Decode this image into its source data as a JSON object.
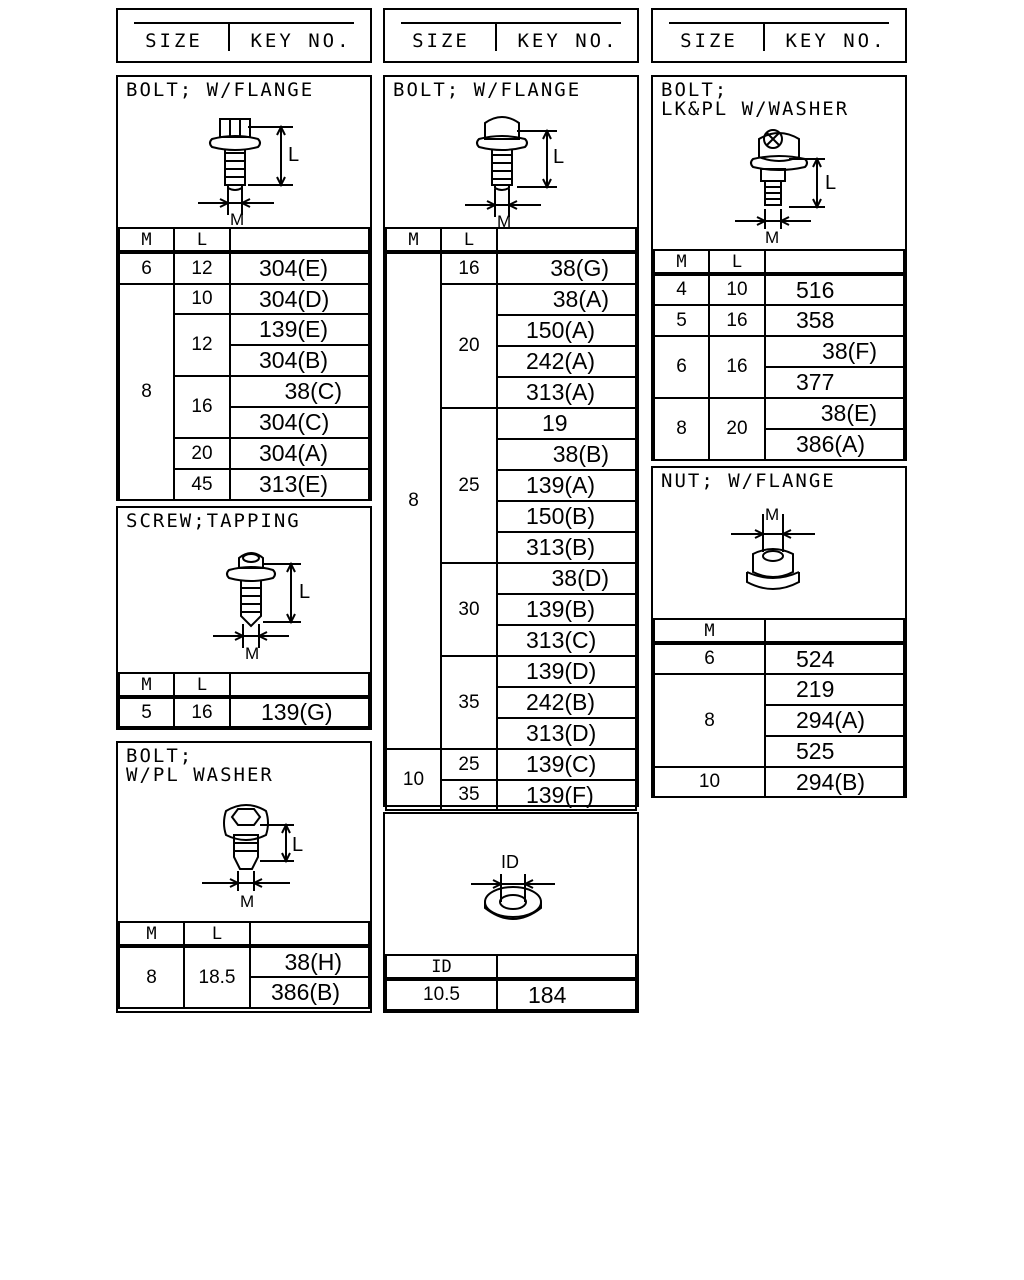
{
  "header": {
    "size_label": "SIZE",
    "key_label": "KEY NO."
  },
  "col_headers": {
    "m": "M",
    "l": "L",
    "id": "ID"
  },
  "dims": {
    "l": "L",
    "m": "M",
    "id": "ID"
  },
  "bolt_flange_1": {
    "title": "BOLT; W/FLANGE",
    "rows": [
      {
        "m": "6",
        "l": "12",
        "key": "304(E)"
      },
      {
        "m": "8",
        "l": "10",
        "key": "304(D)"
      },
      {
        "m": "",
        "l": "12",
        "key": "139(E)"
      },
      {
        "m": "",
        "l": "",
        "key": "304(B)"
      },
      {
        "m": "",
        "l": "16",
        "key": "38(C)"
      },
      {
        "m": "",
        "l": "",
        "key": "304(C)"
      },
      {
        "m": "",
        "l": "20",
        "key": "304(A)"
      },
      {
        "m": "",
        "l": "45",
        "key": "313(E)"
      }
    ]
  },
  "screw_tapping": {
    "title": "SCREW;TAPPING",
    "rows": [
      {
        "m": "5",
        "l": "16",
        "key": "139(G)"
      }
    ]
  },
  "bolt_pl_washer": {
    "title": "BOLT;\nW/PL WASHER",
    "rows": [
      {
        "m": "8",
        "l": "18.5",
        "key": "38(H)"
      },
      {
        "m": "",
        "l": "",
        "key": "386(B)"
      }
    ]
  },
  "bolt_flange_2": {
    "title": "BOLT; W/FLANGE",
    "rows": [
      {
        "m": "8",
        "l": "16",
        "key": "38(G)"
      },
      {
        "m": "",
        "l": "20",
        "key": "38(A)"
      },
      {
        "m": "",
        "l": "",
        "key": "150(A)"
      },
      {
        "m": "",
        "l": "",
        "key": "242(A)"
      },
      {
        "m": "",
        "l": "",
        "key": "313(A)"
      },
      {
        "m": "",
        "l": "25",
        "key": "19"
      },
      {
        "m": "",
        "l": "",
        "key": "38(B)"
      },
      {
        "m": "",
        "l": "",
        "key": "139(A)"
      },
      {
        "m": "",
        "l": "",
        "key": "150(B)"
      },
      {
        "m": "",
        "l": "",
        "key": "313(B)"
      },
      {
        "m": "",
        "l": "30",
        "key": "38(D)"
      },
      {
        "m": "",
        "l": "",
        "key": "139(B)"
      },
      {
        "m": "",
        "l": "",
        "key": "313(C)"
      },
      {
        "m": "",
        "l": "35",
        "key": "139(D)"
      },
      {
        "m": "",
        "l": "",
        "key": "242(B)"
      },
      {
        "m": "",
        "l": "",
        "key": "313(D)"
      },
      {
        "m": "10",
        "l": "25",
        "key": "139(C)"
      },
      {
        "m": "",
        "l": "35",
        "key": "139(F)"
      }
    ]
  },
  "washer": {
    "rows": [
      {
        "id": "10.5",
        "key": "184"
      }
    ]
  },
  "bolt_lkpl": {
    "title": "BOLT;\nLK&PL W/WASHER",
    "rows": [
      {
        "m": "4",
        "l": "10",
        "key": "516"
      },
      {
        "m": "5",
        "l": "16",
        "key": "358"
      },
      {
        "m": "6",
        "l": "16",
        "key": "38(F)"
      },
      {
        "m": "",
        "l": "",
        "key": "377"
      },
      {
        "m": "8",
        "l": "20",
        "key": "38(E)"
      },
      {
        "m": "",
        "l": "",
        "key": "386(A)"
      }
    ]
  },
  "nut_flange": {
    "title": "NUT; W/FLANGE",
    "rows": [
      {
        "m": "6",
        "key": "524"
      },
      {
        "m": "8",
        "key": "219"
      },
      {
        "m": "",
        "key": "294(A)"
      },
      {
        "m": "",
        "key": "525"
      },
      {
        "m": "10",
        "key": "294(B)"
      }
    ]
  }
}
